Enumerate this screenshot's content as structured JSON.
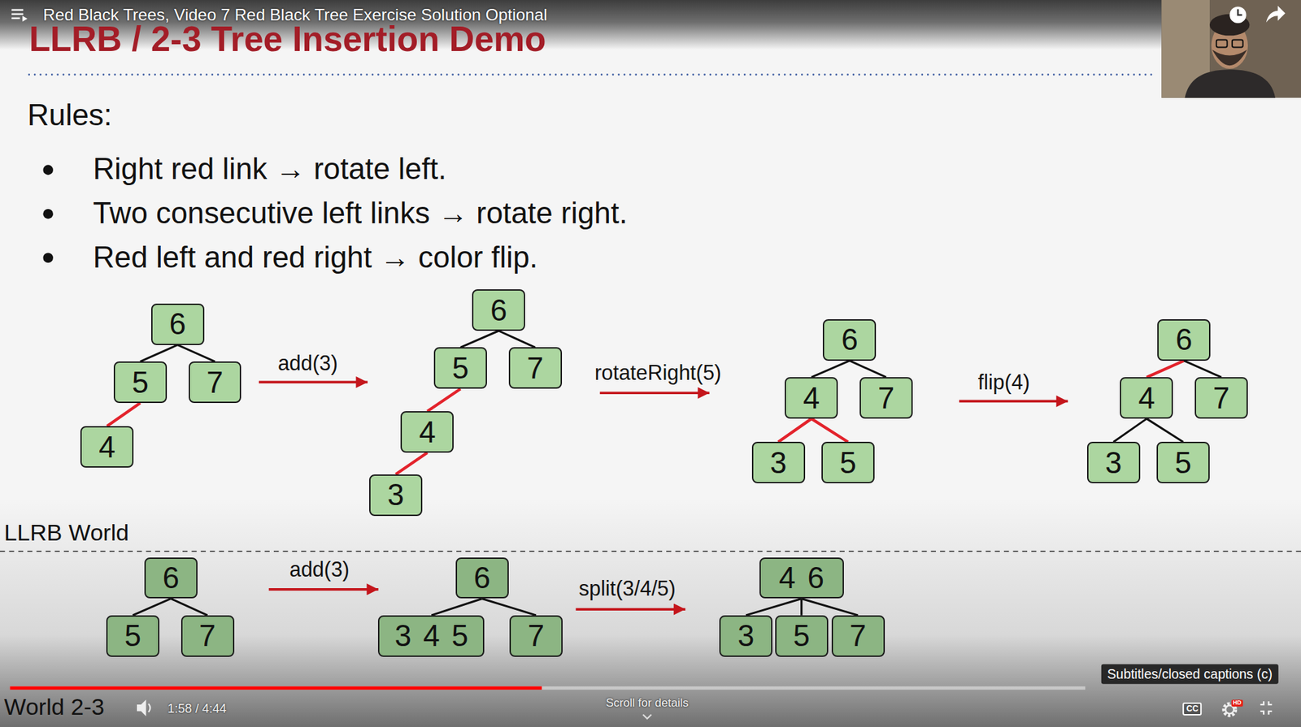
{
  "diagram": {
    "title": "LLRB / 2-3 Tree Insertion Demo",
    "nodes": [
      {
        "text": [
          "6"
        ]
      },
      {
        "text": [
          "5"
        ]
      },
      {
        "text": [
          "7"
        ]
      },
      {
        "text": [
          "4"
        ]
      },
      {
        "text": [
          "6"
        ]
      },
      {
        "text": [
          "5"
        ]
      },
      {
        "text": [
          "7"
        ]
      },
      {
        "text": [
          "4"
        ]
      },
      {
        "text": [
          "3"
        ]
      },
      {
        "text": [
          "6"
        ]
      },
      {
        "text": [
          "4"
        ]
      },
      {
        "text": [
          "7"
        ]
      },
      {
        "text": [
          "3"
        ]
      },
      {
        "text": [
          "5"
        ]
      },
      {
        "text": [
          "6"
        ]
      },
      {
        "text": [
          "4"
        ]
      },
      {
        "text": [
          "7"
        ]
      },
      {
        "text": [
          "3"
        ]
      },
      {
        "text": [
          "5"
        ]
      },
      {
        "text": [
          "6"
        ]
      },
      {
        "text": [
          "5"
        ]
      },
      {
        "text": [
          "7"
        ]
      },
      {
        "text": [
          "6"
        ]
      },
      {
        "text": [
          "3 4 5"
        ]
      },
      {
        "text": [
          "7"
        ]
      },
      {
        "text": [
          "4 6"
        ]
      },
      {
        "text": [
          "3"
        ]
      },
      {
        "text": [
          "5"
        ]
      },
      {
        "text": [
          "7"
        ]
      }
    ],
    "edges": [
      {
        "from": 0,
        "to": 1,
        "arrow": "none"
      },
      {
        "from": 0,
        "to": 2,
        "arrow": "none"
      },
      {
        "from": 1,
        "to": 3,
        "arrow": "none"
      },
      {
        "from": 4,
        "to": 5,
        "arrow": "none"
      },
      {
        "from": 4,
        "to": 6,
        "arrow": "none"
      },
      {
        "from": 5,
        "to": 7,
        "arrow": "none"
      },
      {
        "from": 7,
        "to": 8,
        "arrow": "none"
      },
      {
        "from": 9,
        "to": 10,
        "arrow": "none"
      },
      {
        "from": 9,
        "to": 11,
        "arrow": "none"
      },
      {
        "from": 10,
        "to": 12,
        "arrow": "none"
      },
      {
        "from": 10,
        "to": 13,
        "arrow": "none"
      },
      {
        "from": 14,
        "to": 15,
        "arrow": "none"
      },
      {
        "from": 14,
        "to": 16,
        "arrow": "none"
      },
      {
        "from": 15,
        "to": 17,
        "arrow": "none"
      },
      {
        "from": 15,
        "to": 18,
        "arrow": "none"
      },
      {
        "from": 19,
        "to": 20,
        "arrow": "none"
      },
      {
        "from": 19,
        "to": 21,
        "arrow": "none"
      },
      {
        "from": 22,
        "to": 23,
        "arrow": "none"
      },
      {
        "from": 22,
        "to": 24,
        "arrow": "none"
      },
      {
        "from": 25,
        "to": 26,
        "arrow": "none"
      },
      {
        "from": 25,
        "to": 27,
        "arrow": "none"
      },
      {
        "from": 25,
        "to": 28,
        "arrow": "none"
      }
    ],
    "labels": [
      "Red Black Trees, Video 7 Red Black Tree Exercise Solution Optional",
      "Rules:",
      "Right red link → rotate left.",
      "Two consecutive left links → rotate right.",
      "Red left and red right → color flip.",
      "add(3)",
      "rotateRight(5)",
      "flip(4)",
      "LLRB World",
      "add(3)",
      "split(3/4/5)",
      "World 2-3",
      "1:58 / 4:44",
      "Scroll for details",
      "Subtitles/closed captions (c)",
      "CC",
      "HD"
    ]
  }
}
